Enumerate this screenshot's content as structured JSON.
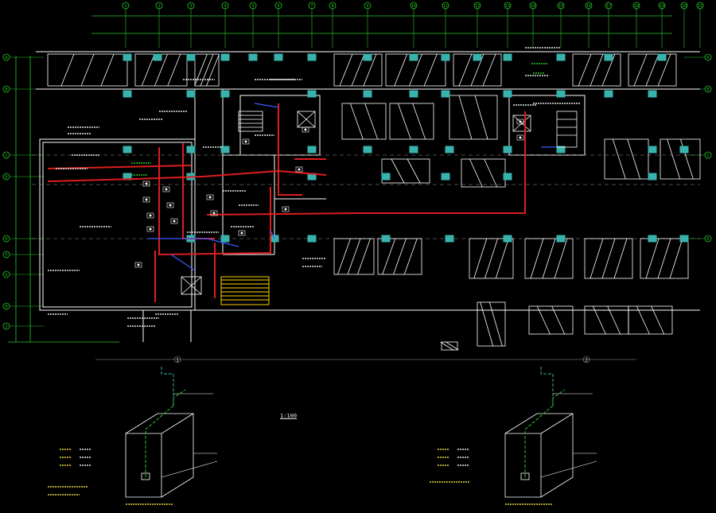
{
  "plan": {
    "scale_title": "1:100",
    "top_axis_labels": [
      "1",
      "2",
      "3",
      "4",
      "5",
      "6",
      "7",
      "8",
      "9",
      "10",
      "11",
      "12",
      "13",
      "14",
      "15",
      "16",
      "17",
      "18",
      "19",
      "20",
      "21"
    ],
    "left_axis_labels": [
      "A",
      "B",
      "C",
      "D",
      "E",
      "F",
      "G",
      "H",
      "J"
    ],
    "right_axis_labels": [
      "A",
      "B",
      "C",
      "D"
    ],
    "section_markers": [
      "1",
      "2"
    ]
  },
  "colors": {
    "background": "#000000",
    "walls": "#ffffff",
    "columns": "#38b2ad",
    "dimension_lines": "#28c828",
    "pipe_main": "#dc1e1e",
    "pipe_branch": "#3a5cff",
    "stair": "#ffd200",
    "annotation": "#e6e6e6",
    "highlight_text": "#e6d23c"
  }
}
